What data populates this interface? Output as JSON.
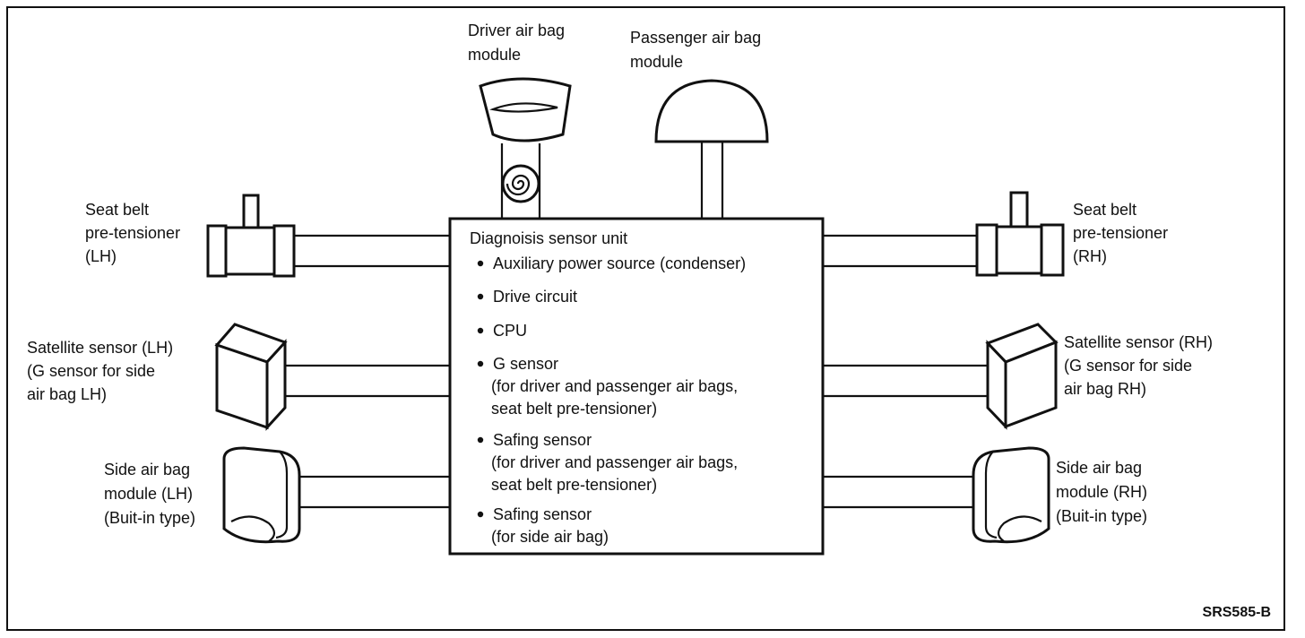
{
  "diagram": {
    "figure_code": "SRS585-B",
    "central_unit": {
      "title": "Diagnoisis sensor unit",
      "items": [
        {
          "lines": [
            "Auxiliary power source (condenser)"
          ]
        },
        {
          "lines": [
            "Drive circuit"
          ]
        },
        {
          "lines": [
            "CPU"
          ]
        },
        {
          "lines": [
            "G sensor",
            "(for driver and passenger air bags,",
            "seat belt pre-tensioner)"
          ]
        },
        {
          "lines": [
            "Safing sensor",
            "(for driver and passenger air bags,",
            "seat belt pre-tensioner)"
          ]
        },
        {
          "lines": [
            "Safing sensor",
            "(for side air bag)"
          ]
        }
      ]
    },
    "components": {
      "driver_airbag": {
        "lines": [
          "Driver air bag",
          "module"
        ]
      },
      "passenger_airbag": {
        "lines": [
          "Passenger air bag",
          "module"
        ]
      },
      "seatbelt_lh": {
        "lines": [
          "Seat belt",
          "pre-tensioner",
          "(LH)"
        ]
      },
      "seatbelt_rh": {
        "lines": [
          "Seat belt",
          "pre-tensioner",
          "(RH)"
        ]
      },
      "satellite_lh": {
        "lines": [
          "Satellite sensor (LH)",
          "(G sensor for side",
          "air bag LH)"
        ]
      },
      "satellite_rh": {
        "lines": [
          "Satellite sensor (RH)",
          "(G sensor for side",
          "air bag RH)"
        ]
      },
      "side_airbag_lh": {
        "lines": [
          "Side air bag",
          "module (LH)",
          "(Buit-in type)"
        ]
      },
      "side_airbag_rh": {
        "lines": [
          "Side air bag",
          "module (RH)",
          "(Buit-in type)"
        ]
      }
    }
  }
}
